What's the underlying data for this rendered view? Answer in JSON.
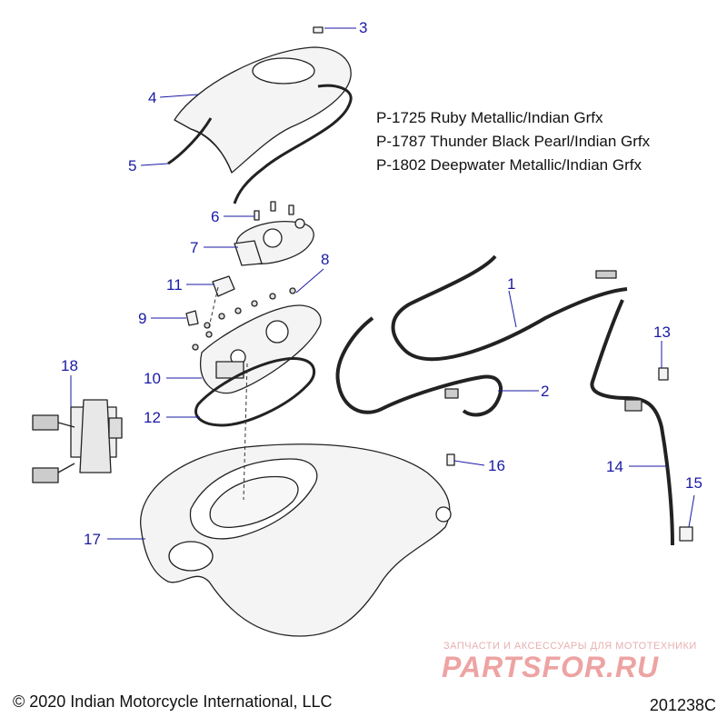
{
  "callouts": [
    "1",
    "2",
    "3",
    "4",
    "5",
    "6",
    "7",
    "8",
    "9",
    "10",
    "11",
    "12",
    "13",
    "14",
    "15",
    "16",
    "17",
    "18"
  ],
  "paint_codes": [
    "P-1725 Ruby Metallic/Indian Grfx",
    "P-1787 Thunder Black Pearl/Indian Grfx",
    "P-1802 Deepwater Metallic/Indian Grfx"
  ],
  "copyright": "© 2020 Indian Motorcycle International, LLC",
  "diagram_code": "201238C",
  "watermark": {
    "tagline": "ЗАПЧАСТИ И АКСЕССУАРЫ ДЛЯ МОТОТЕХНИКИ",
    "brand": "PARTSFOR.RU"
  },
  "colors": {
    "callout": "#1a1aa6",
    "line": "#222222",
    "part_fill": "#f3f3f3",
    "watermark": "#eea3a3"
  }
}
